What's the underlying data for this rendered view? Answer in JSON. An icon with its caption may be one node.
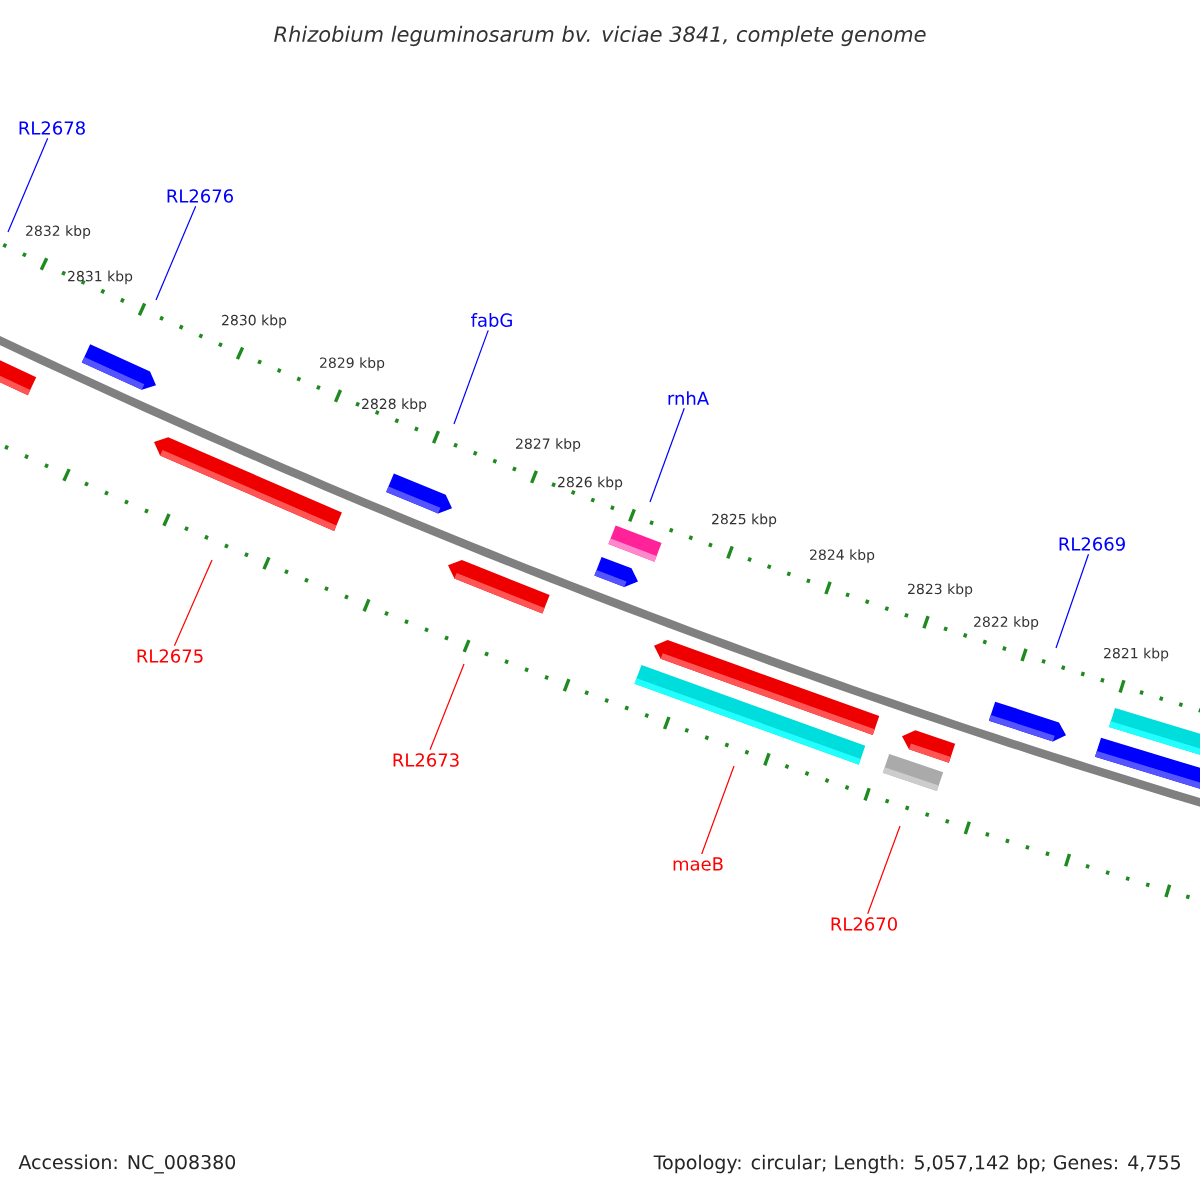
{
  "diagram": {
    "title": "Rhizobium leguminosarum bv. viciae 3841, complete genome",
    "nodes": [
      {
        "text": [
          "RL2678"
        ]
      },
      {
        "text": [
          "RL2676"
        ]
      },
      {
        "text": [
          "fabG"
        ]
      },
      {
        "text": [
          "rnhA"
        ]
      },
      {
        "text": [
          "RL2669"
        ]
      },
      {
        "text": [
          "RL2675"
        ]
      },
      {
        "text": [
          "RL2673"
        ]
      },
      {
        "text": [
          "maeB"
        ]
      },
      {
        "text": [
          "RL2670"
        ]
      }
    ],
    "edges": [
      {
        "from": 0,
        "to": null,
        "arrow": "none"
      },
      {
        "from": 1,
        "to": null,
        "arrow": "none"
      },
      {
        "from": 2,
        "to": null,
        "arrow": "none"
      },
      {
        "from": 3,
        "to": null,
        "arrow": "none"
      },
      {
        "from": 4,
        "to": null,
        "arrow": "none"
      },
      {
        "from": 5,
        "to": null,
        "arrow": "none",
        "color": "#ff0000"
      },
      {
        "from": 6,
        "to": null,
        "arrow": "none",
        "color": "#ff0000"
      },
      {
        "from": 7,
        "to": null,
        "arrow": "none",
        "color": "#ff0000"
      },
      {
        "from": 8,
        "to": null,
        "arrow": "none",
        "color": "#ff0000"
      }
    ],
    "labels": [
      "2832 kbp",
      "2831 kbp",
      "2830 kbp",
      "2829 kbp",
      "2828 kbp",
      "2827 kbp",
      "2826 kbp",
      "2825 kbp",
      "2824 kbp",
      "2823 kbp",
      "2822 kbp",
      "2821 kbp",
      "Accession: NC_008380",
      "Topology: circular; Length: 5,057,142 bp; Genes: 4,755"
    ]
  }
}
